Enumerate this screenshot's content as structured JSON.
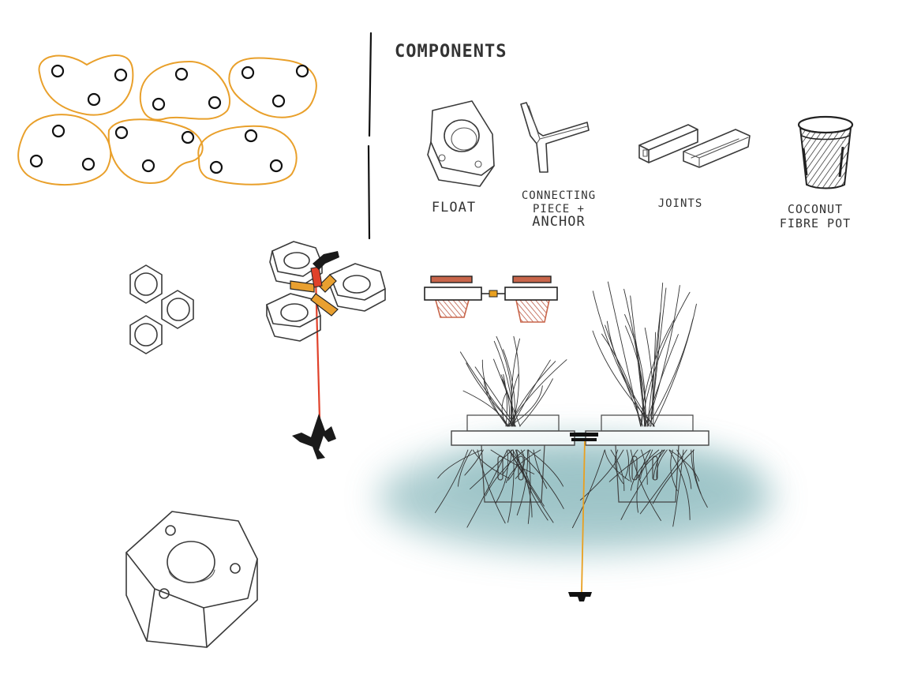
{
  "heading": "COMPONENTS",
  "components": [
    {
      "id": "float",
      "label": [
        "FLOAT"
      ]
    },
    {
      "id": "connector",
      "label": [
        "CONNECTING",
        "PIECE +",
        "ANCHOR"
      ]
    },
    {
      "id": "joints",
      "label": [
        "JOINTS"
      ]
    },
    {
      "id": "pot",
      "label": [
        "COCONUT",
        "FIBRE POT"
      ]
    }
  ],
  "colors": {
    "outline": "#e9a02b",
    "float_highlight": "#e9a030",
    "anchor_line": "#e0412a",
    "pot": "#c8654a",
    "water": "#8fbcc0",
    "tether": "#e9a020"
  },
  "icons": {
    "float": "hexagon-float-icon",
    "connector": "three-arm-connector-icon",
    "joints": "rail-joint-icon",
    "pot": "coconut-pot-icon",
    "anchor": "anchor-icon"
  }
}
